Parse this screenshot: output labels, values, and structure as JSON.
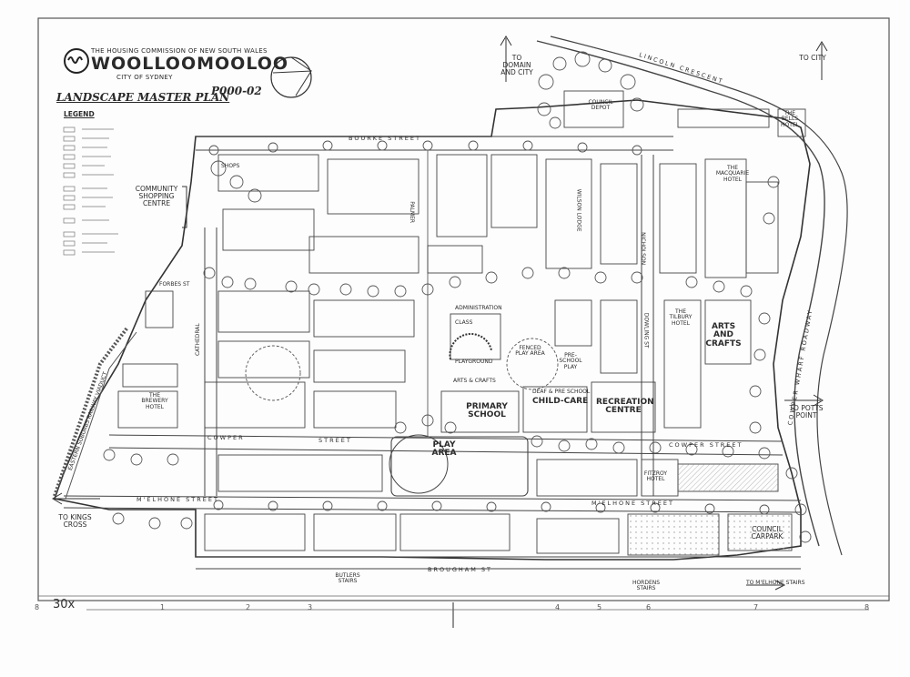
{
  "header": {
    "authority": "THE HOUSING COMMISSION OF NEW SOUTH WALES",
    "title": "WOOLLOOMOOLOO",
    "subtitle": "CITY OF SYDNEY",
    "plan_title": "LANDSCAPE MASTER PLAN",
    "plan_code": "P000-02",
    "legend": "LEGEND"
  },
  "directions": {
    "domain": "TO DOMAIN AND CITY",
    "city": "TO CITY",
    "potts": "TO POTTS POINT",
    "kings": "TO KINGS CROSS"
  },
  "streets": {
    "bourke": "BOURKE STREET",
    "cowper_left": "COWPER",
    "cowper_right": "COWPER STREET",
    "cowper_mid": "STREET",
    "mcelhone_left": "M'ELHONE STREET",
    "mcelhone_right": "M'ELHONE STREET",
    "brougham": "BROUGHAM ST",
    "lincoln": "LINCOLN CRESCENT",
    "cowper_wharf": "COWPER WHARF ROADWAY",
    "forbes": "FORBES ST",
    "palmer": "PALMER",
    "nicholson": "NICHOLSON",
    "dowling": "DOWLING ST",
    "cathedral": "CATHEDRAL",
    "eastern_rail": "EASTERN SUBURBS RAILWAY VIADUCT",
    "mcelhone_stairs": "TO M'ELHONE STAIRS"
  },
  "places": {
    "community_shopping": "COMMUNITY SHOPPING CENTRE",
    "council_depot": "COUNCIL DEPOT",
    "bells_hotel": "THE BELLS HOTEL",
    "macquarie_hotel": "THE MACQUARIE HOTEL",
    "tilbury_hotel": "THE TILBURY HOTEL",
    "arts_crafts": "ARTS AND CRAFTS",
    "administration": "ADMINISTRATION",
    "class": "CLASS",
    "playground": "PLAYGROUND",
    "arts_crafts_small": "ARTS & CRAFTS",
    "fenced_play": "FENCED PLAY AREA",
    "preschool_play": "PRE-SCHOOL PLAY",
    "primary_school": "PRIMARY SCHOOL",
    "child_care": "CHILD-CARE",
    "deaf_school": "DEAF & PRE SCHOOL",
    "recreation": "RECREATION CENTRE",
    "play_area": "PLAY AREA",
    "battery_hotel": "THE BREWERY HOTEL",
    "council_carpark": "COUNCIL CARPARK",
    "fitzroy_hotel": "FITZROY HOTEL",
    "butlers_stairs": "BUTLERS STAIRS",
    "hordens_stairs": "HORDENS STAIRS",
    "wilson_lodge": "WILSON LODGE",
    "shops": "SHOPS"
  },
  "scale": {
    "label": "30x",
    "ticks": [
      "8",
      "1",
      "2",
      "3",
      "4",
      "5",
      "6",
      "7",
      "8"
    ]
  }
}
